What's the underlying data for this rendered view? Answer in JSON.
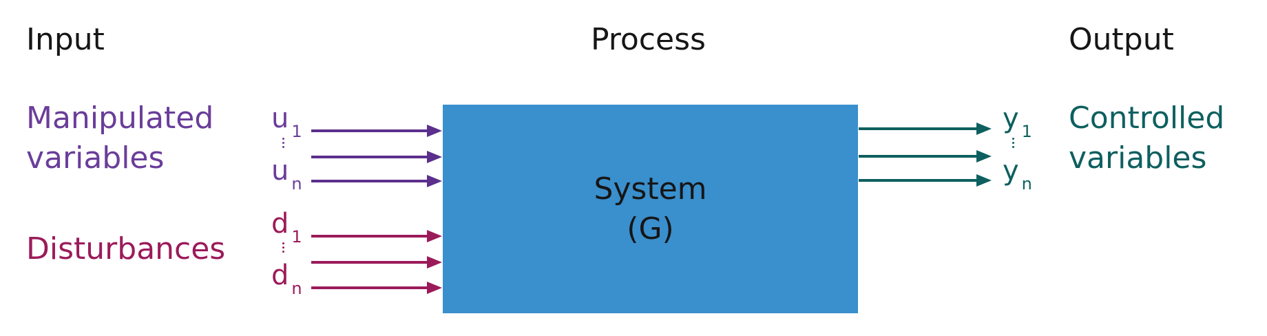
{
  "headers": {
    "input": "Input",
    "process": "Process",
    "output": "Output"
  },
  "left": {
    "manipulated": [
      "Manipulated",
      "variables"
    ],
    "disturbances": "Disturbances"
  },
  "right": {
    "controlled": [
      "Controlled",
      "variables"
    ]
  },
  "system": {
    "line1": "System",
    "line2": "(G)"
  },
  "symbols": {
    "u1": {
      "base": "u",
      "sub": "1"
    },
    "un": {
      "base": "u",
      "sub": "n"
    },
    "d1": {
      "base": "d",
      "sub": "1"
    },
    "dn": {
      "base": "d",
      "sub": "n"
    },
    "y1": {
      "base": "y",
      "sub": "1"
    },
    "yn": {
      "base": "y",
      "sub": "n"
    }
  },
  "colors": {
    "manipulated": "#6a3d9a",
    "disturbance": "#9b1b5a",
    "controlled": "#0e5f5f",
    "system_fill": "#3a8fcd",
    "text": "#161616"
  }
}
